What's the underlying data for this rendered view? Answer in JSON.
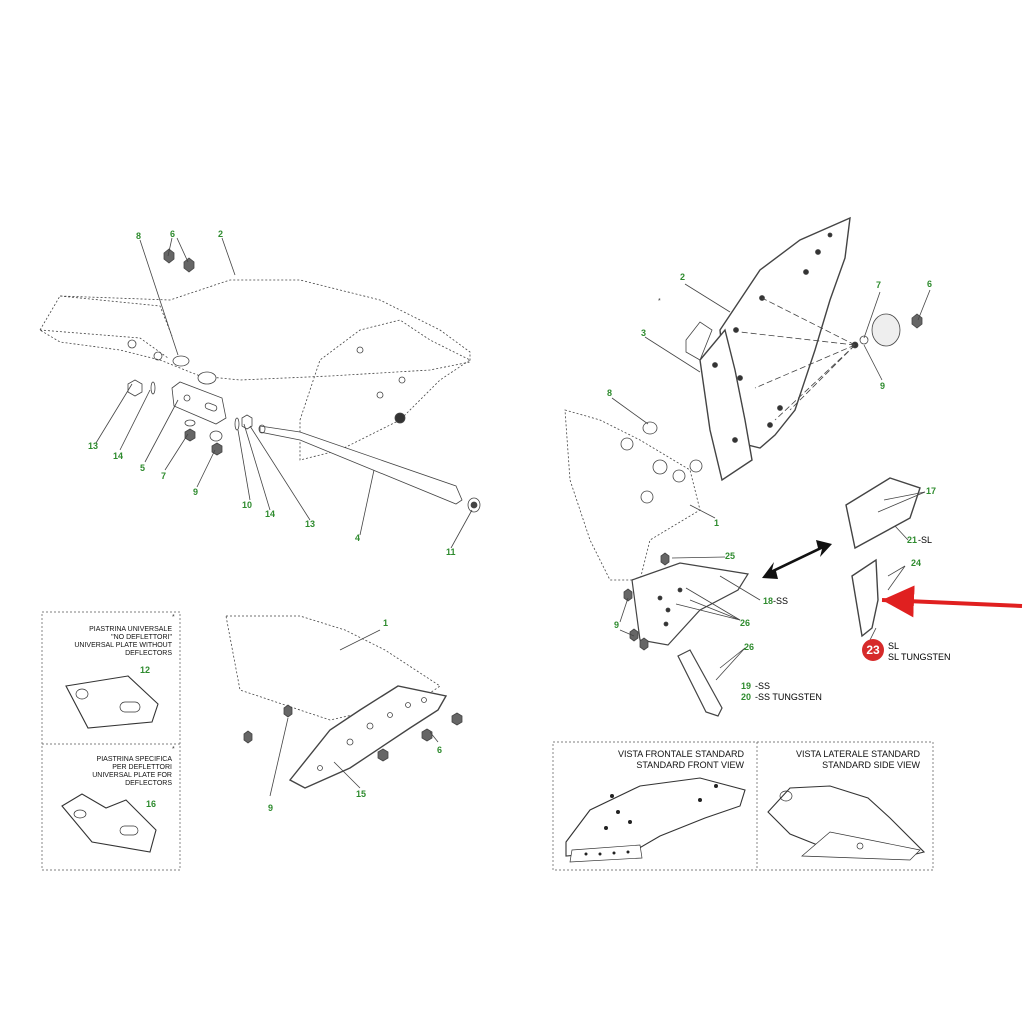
{
  "labels": {
    "l_top_8": "8",
    "l_top_6": "6",
    "l_top_2": "2",
    "l_top_13a": "13",
    "l_top_14a": "14",
    "l_top_5": "5",
    "l_top_7": "7",
    "l_top_9": "9",
    "l_top_10": "10",
    "l_top_14b": "14",
    "l_top_13b": "13",
    "l_top_4": "4",
    "l_top_11": "11",
    "r_2": "2",
    "r_3": "3",
    "r_7": "7",
    "r_6": "6",
    "r_8": "8",
    "r_9a": "9",
    "r_1": "1",
    "r_25": "25",
    "r_18": "18",
    "r_18_sfx": "-SS",
    "r_9b": "9",
    "r_26a": "26",
    "r_26b": "26",
    "r_19": "19",
    "r_19_sfx": "-SS",
    "r_20": "20",
    "r_20_sfx": "-SS TUNGSTEN",
    "r_17": "17",
    "r_21": "21",
    "r_21_sfx": "-SL",
    "r_24": "24",
    "b_1": "1",
    "b_6": "6",
    "b_9": "9",
    "b_15": "15",
    "p_12": "12",
    "p_16": "16"
  },
  "callout": {
    "badge": "23",
    "line1": "SL",
    "line2": "SL TUNGSTEN"
  },
  "plate_notes": {
    "universal": [
      "PIASTRINA UNIVERSALE",
      "\"NO DEFLETTORI\"",
      "UNIVERSAL PLATE  WITHOUT",
      "DEFLECTORS"
    ],
    "specific": [
      "PIASTRINA SPECIFICA",
      "PER DEFLETTORI",
      "UNIVERSAL PLATE FOR",
      "DEFLECTORS"
    ],
    "asterisk": "*"
  },
  "views": {
    "front": [
      "VISTA FRONTALE STANDARD",
      "STANDARD FRONT VIEW"
    ],
    "side": [
      "VISTA LATERALE STANDARD",
      "STANDARD SIDE VIEW"
    ]
  },
  "colors": {
    "label": "#2e8b2e",
    "callout": "#d62a2a",
    "arrow": "#e02020"
  }
}
